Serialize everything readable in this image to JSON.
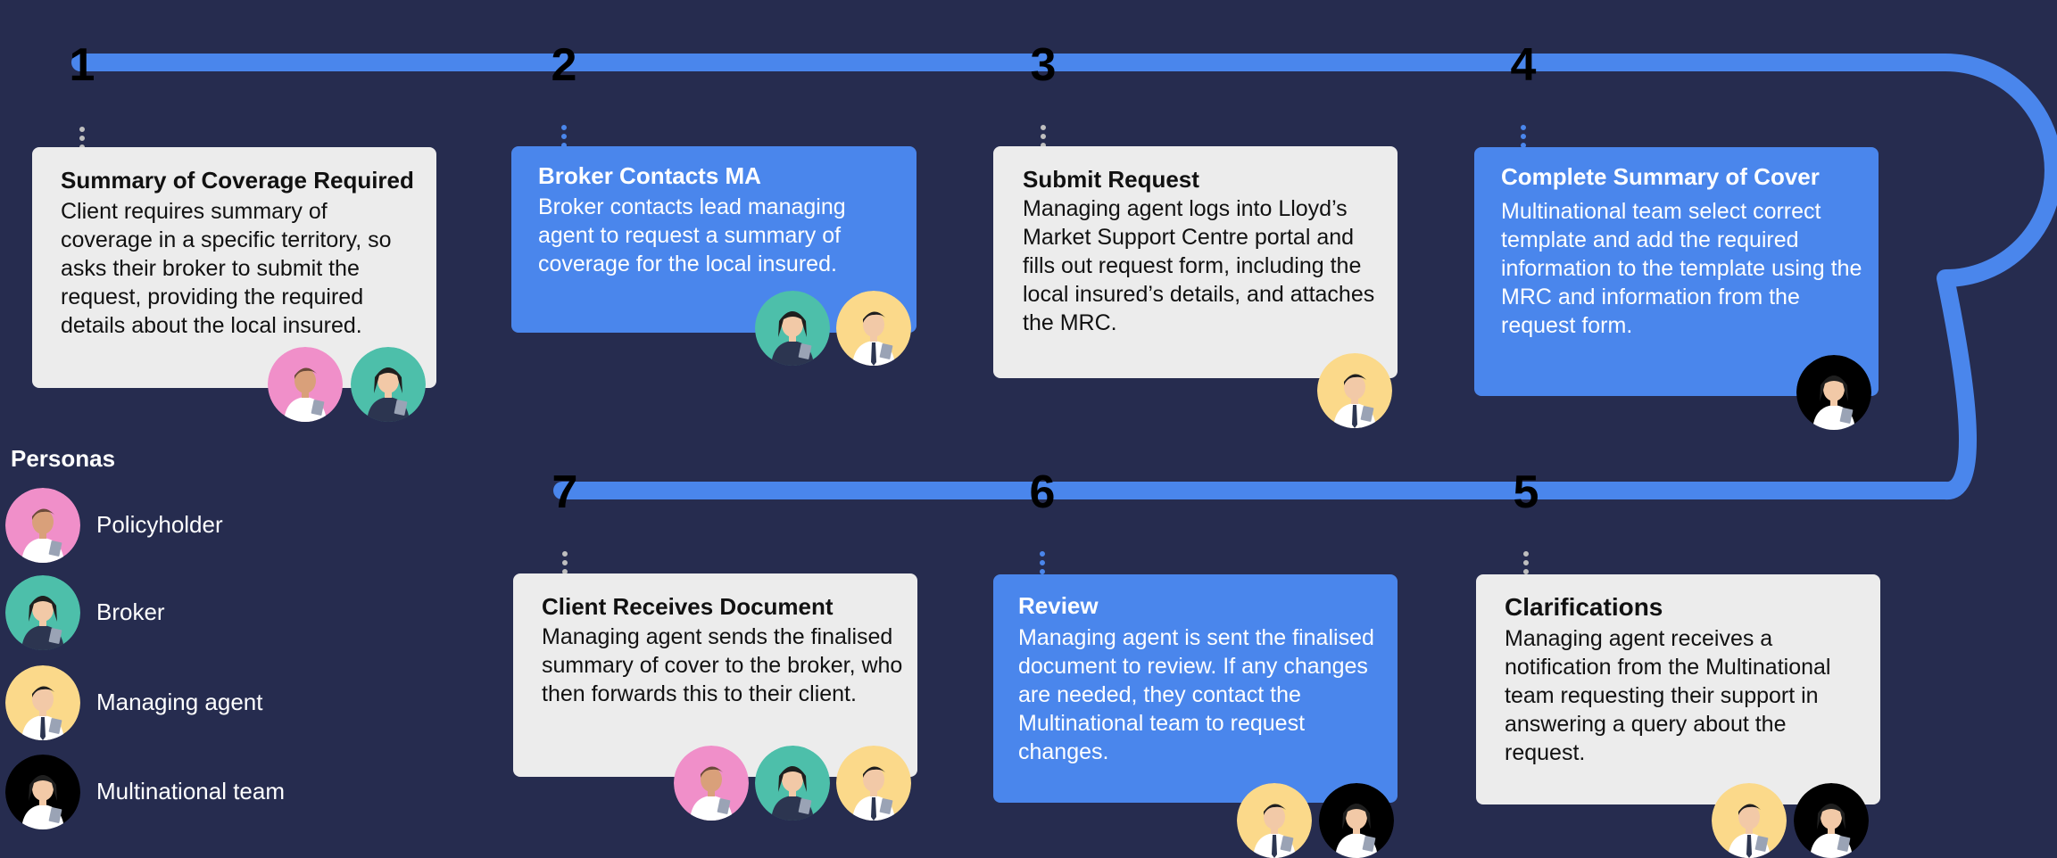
{
  "colors": {
    "background": "#262c4f",
    "track": "#4a86ec",
    "card_blue": "#4a86ec",
    "card_light": "#ececec",
    "policyholder": "#f08fc9",
    "broker": "#4dbfaa",
    "managing_agent": "#fbd98a",
    "multinational_team": "#f9bd2b"
  },
  "personas": {
    "title": "Personas",
    "items": [
      {
        "key": "policyholder",
        "label": "Policyholder",
        "icon": "policyholder-icon"
      },
      {
        "key": "broker",
        "label": "Broker",
        "icon": "broker-icon"
      },
      {
        "key": "managing_agent",
        "label": "Managing agent",
        "icon": "managing-agent-icon"
      },
      {
        "key": "multinational",
        "label": "Multinational team",
        "icon": "multinational-team-icon"
      }
    ]
  },
  "steps": [
    {
      "number": "1",
      "title": "Summary of Coverage Required",
      "body": "Client requires summary of coverage in a specific territory, so asks their broker to submit the request, providing the required details about the local insured.",
      "style": "light",
      "personas": [
        "policyholder",
        "broker"
      ]
    },
    {
      "number": "2",
      "title": "Broker Contacts MA",
      "body": "Broker contacts lead managing agent to request a summary of coverage for the local insured.",
      "style": "blue",
      "personas": [
        "broker",
        "managing_agent"
      ]
    },
    {
      "number": "3",
      "title": "Submit Request",
      "body": "Managing agent logs into Lloyd’s Market Support Centre portal and fills out request form, including the local insured’s details, and attaches the MRC.",
      "style": "light",
      "personas": [
        "managing_agent"
      ]
    },
    {
      "number": "4",
      "title": "Complete Summary of Cover",
      "body": "Multinational team select correct template and add the required information to the template using the MRC and information from the request form.",
      "style": "blue",
      "personas": [
        "multinational"
      ]
    },
    {
      "number": "5",
      "title": "Clarifications",
      "body": "Managing agent receives a notification from the Multinational team requesting their support in answering a query about the request.",
      "style": "light",
      "personas": [
        "managing_agent",
        "multinational"
      ]
    },
    {
      "number": "6",
      "title": "Review",
      "body": "Managing agent is sent the finalised document to review. If any changes are needed, they contact the Multinational team to request changes.",
      "style": "blue",
      "personas": [
        "managing_agent",
        "multinational"
      ]
    },
    {
      "number": "7",
      "title": "Client Receives Document",
      "body": "Managing agent sends the finalised summary of cover to the broker, who then forwards this to their client.",
      "style": "light",
      "personas": [
        "policyholder",
        "broker",
        "managing_agent"
      ]
    }
  ]
}
